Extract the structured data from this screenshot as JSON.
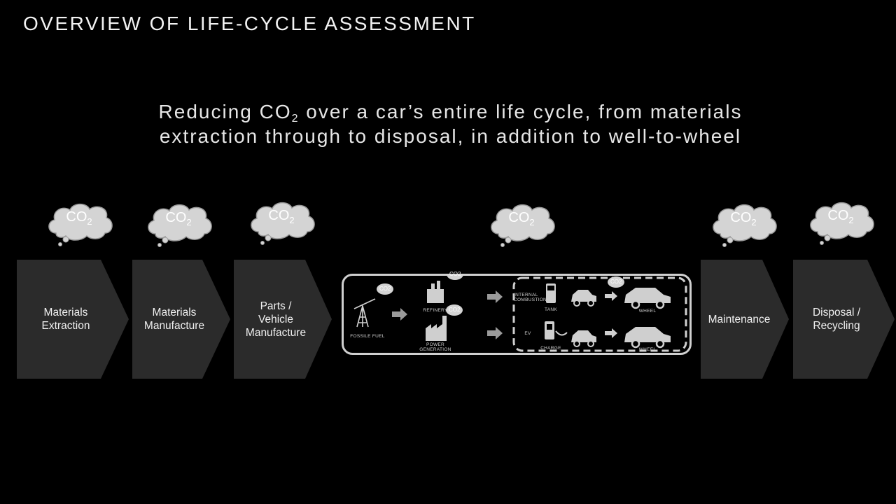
{
  "title": "OVERVIEW OF LIFE-CYCLE ASSESSMENT",
  "subtitle": {
    "line1_a": "Reducing CO",
    "line1_sub": "2",
    "line1_b": " over a car’s entire life cycle, from materials",
    "line2": "extraction through to disposal, in addition to well-to-wheel"
  },
  "co2": {
    "main": "CO",
    "sub": "2"
  },
  "stages": [
    {
      "label": "Materials\nExtraction"
    },
    {
      "label": "Materials\nManufacture"
    },
    {
      "label": "Parts /\nVehicle\nManufacture"
    },
    {
      "label": "Maintenance"
    },
    {
      "label": "Disposal /\nRecycling"
    }
  ],
  "well_to_wheel": {
    "fossil_fuel": "FOSSILE FUEL",
    "refinery": "REFINERY",
    "power_generation": "POWER\nGENERATION",
    "internal_combustion": "INTERNAL\nCOMBUSTION",
    "tank": "TANK",
    "wheel_top": "WHEEL",
    "ev": "EV",
    "charge": "CHARGE",
    "wheel_bottom": "WHEEL",
    "mini_co2": "CO2"
  },
  "colors": {
    "background": "#000000",
    "stage_fill": "#2b2b2b",
    "cloud_fill": "#d4d4d4"
  }
}
